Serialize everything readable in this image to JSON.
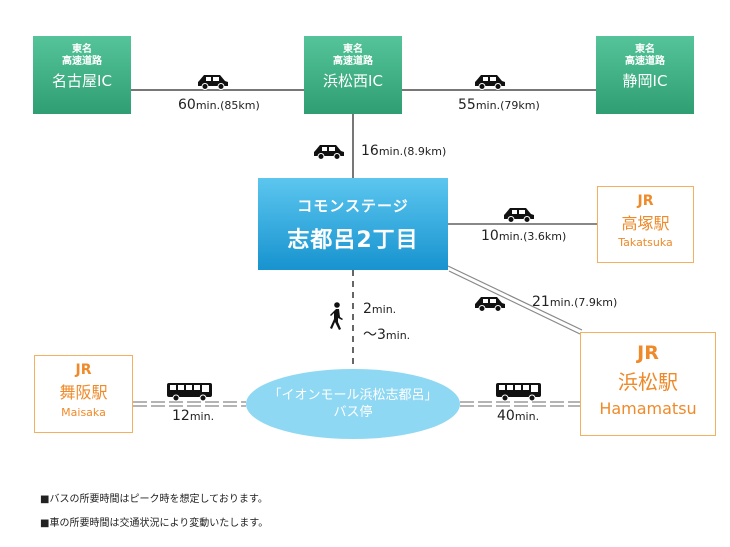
{
  "ic_nagoya": {
    "road": "東名\n高速道路",
    "name": "名古屋IC"
  },
  "ic_hamamatsu_nishi": {
    "road": "東名\n高速道路",
    "name": "浜松西IC"
  },
  "ic_shizuoka": {
    "road": "東名\n高速道路",
    "name": "静岡IC"
  },
  "center": {
    "line1": "コモンステージ",
    "line2": "志都呂2丁目"
  },
  "takatsuka": {
    "jr": "JR",
    "name": "高塚駅",
    "romaji": "Takatsuka"
  },
  "hamamatsu": {
    "jr": "JR",
    "name": "浜松駅",
    "romaji": "Hamamatsu"
  },
  "maisaka": {
    "jr": "JR",
    "name": "舞阪駅",
    "romaji": "Maisaka"
  },
  "bus_stop": {
    "line1": "「イオンモール浜松志都呂」",
    "line2": "バス停"
  },
  "routes": {
    "nagoya": {
      "time": "60",
      "unit": "min.(85km)"
    },
    "shizuoka": {
      "time": "55",
      "unit": "min.(79km)"
    },
    "nishi_ic": {
      "time": "16",
      "unit": "min.(8.9km)"
    },
    "takatsuka": {
      "time": "10",
      "unit": "min.(3.6km)"
    },
    "hamamatsu_car": {
      "time": "21",
      "unit": "min.(7.9km)"
    },
    "walk_a": {
      "time": "2",
      "unit": "min."
    },
    "walk_b": {
      "time": "～3",
      "unit": "min."
    },
    "maisaka_bus": {
      "time": "12",
      "unit": "min."
    },
    "hamamatsu_bus": {
      "time": "40",
      "unit": "min."
    }
  },
  "notes": [
    "■バスの所要時間はピーク時を想定しております。",
    "■車の所要時間は交通状況により変動いたします。"
  ],
  "colors": {
    "green": "#3aaa7f",
    "blue": "#1d9ad6",
    "orange": "#ef8a2a",
    "lightblue": "#8fd8f3"
  }
}
